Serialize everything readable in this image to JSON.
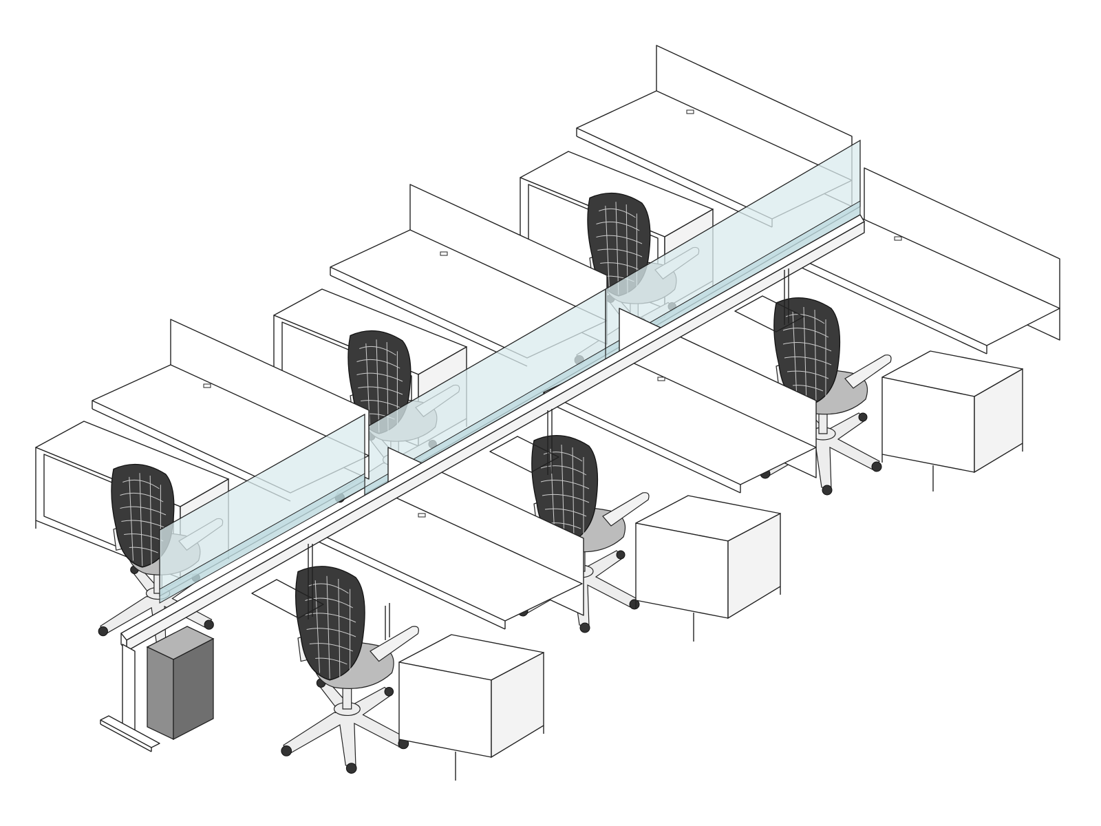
{
  "illustration": {
    "kind": "isometric line drawing",
    "colors": {
      "line": "#222222",
      "glass": "#d9ebee",
      "cpu": "#8e8e8e",
      "mesh": "#3a3a3a"
    }
  },
  "workstations": [
    {
      "name": "desk-1",
      "chair": "task-chair",
      "pedestal": "storage-pedestal",
      "screen": "privacy-screen"
    },
    {
      "name": "desk-2",
      "chair": "task-chair",
      "pedestal": "storage-pedestal",
      "screen": "privacy-screen"
    },
    {
      "name": "desk-3",
      "chair": "task-chair",
      "pedestal": "storage-pedestal",
      "screen": "privacy-screen"
    },
    {
      "name": "desk-4",
      "chair": "task-chair",
      "pedestal": "storage-pedestal",
      "screen": "privacy-screen"
    },
    {
      "name": "desk-5",
      "chair": "task-chair",
      "pedestal": "storage-pedestal",
      "screen": "privacy-screen"
    },
    {
      "name": "desk-6",
      "chair": "task-chair",
      "pedestal": "storage-pedestal",
      "screen": "privacy-screen"
    }
  ],
  "accessories": [
    "glass-divider",
    "cable-spine",
    "cpu-holder"
  ]
}
